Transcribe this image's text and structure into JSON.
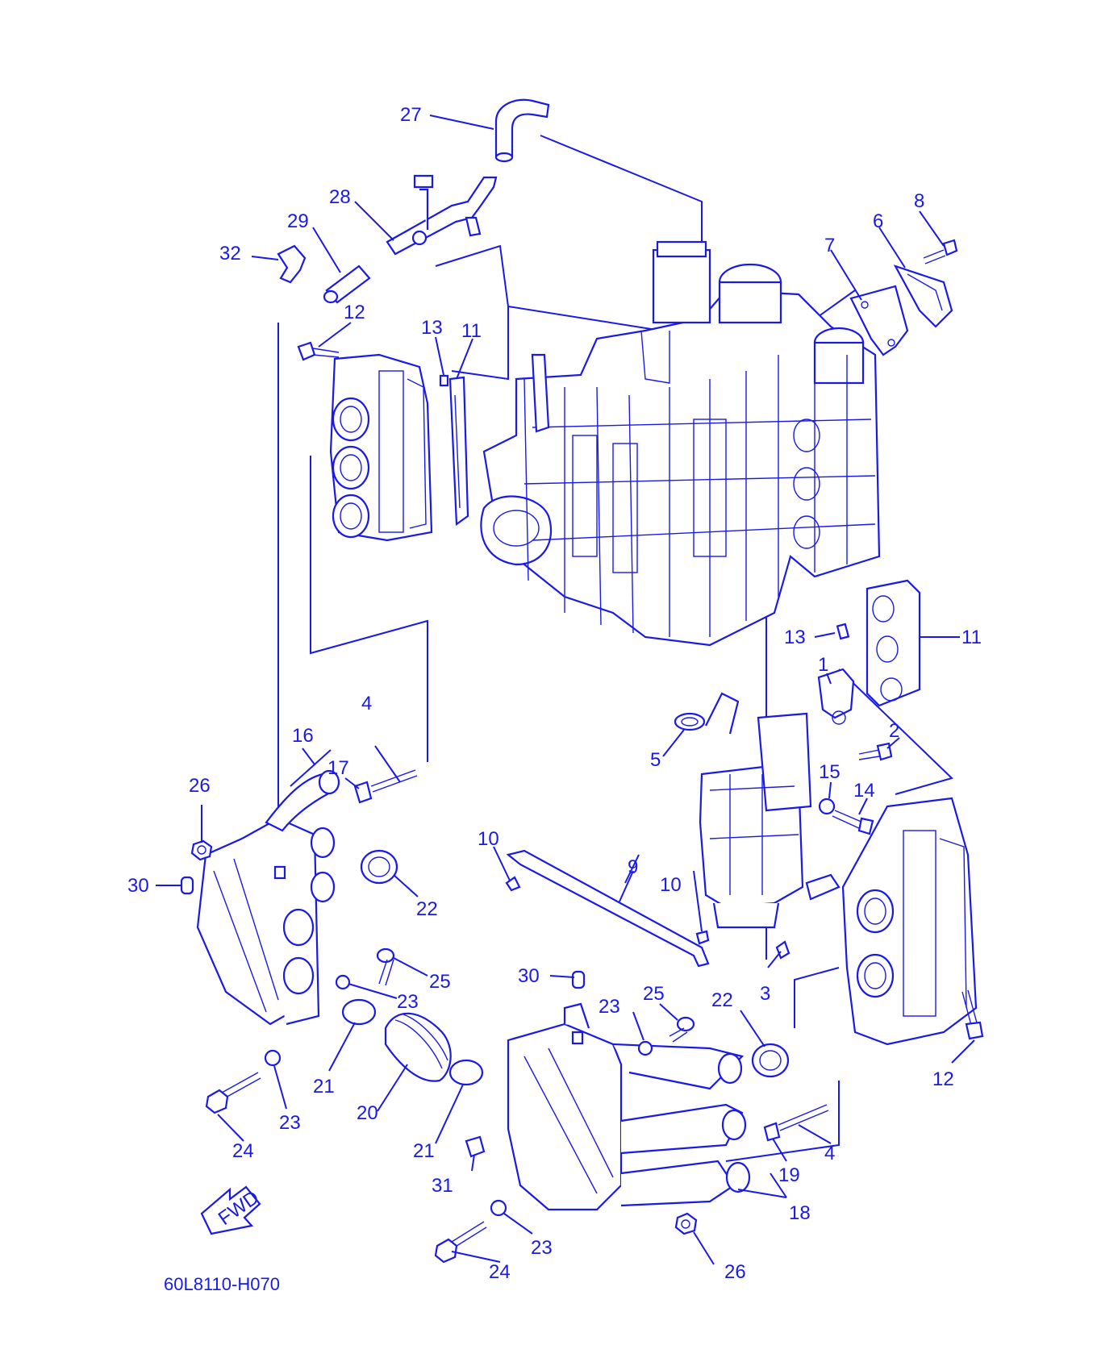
{
  "diagram": {
    "drawing_code": "60L8110-H070",
    "fwd_badge": "FWD",
    "colors": {
      "line": "#1a1ae6",
      "background": "#ffffff"
    },
    "callouts": {
      "c1": "1",
      "c2": "2",
      "c3": "3",
      "c4a": "4",
      "c4b": "4",
      "c5": "5",
      "c6": "6",
      "c7": "7",
      "c8": "8",
      "c9": "9",
      "c10a": "10",
      "c10b": "10",
      "c11a": "11",
      "c11b": "11",
      "c12a": "12",
      "c12b": "12",
      "c13a": "13",
      "c13b": "13",
      "c14": "14",
      "c15": "15",
      "c16": "16",
      "c17": "17",
      "c18": "18",
      "c19": "19",
      "c20": "20",
      "c21a": "21",
      "c21b": "21",
      "c22a": "22",
      "c22b": "22",
      "c23a": "23",
      "c23b": "23",
      "c23c": "23",
      "c23d": "23",
      "c24a": "24",
      "c24b": "24",
      "c25a": "25",
      "c25b": "25",
      "c26a": "26",
      "c26b": "26",
      "c27": "27",
      "c28": "28",
      "c29": "29",
      "c30a": "30",
      "c30b": "30",
      "c31": "31",
      "c32": "32"
    }
  }
}
